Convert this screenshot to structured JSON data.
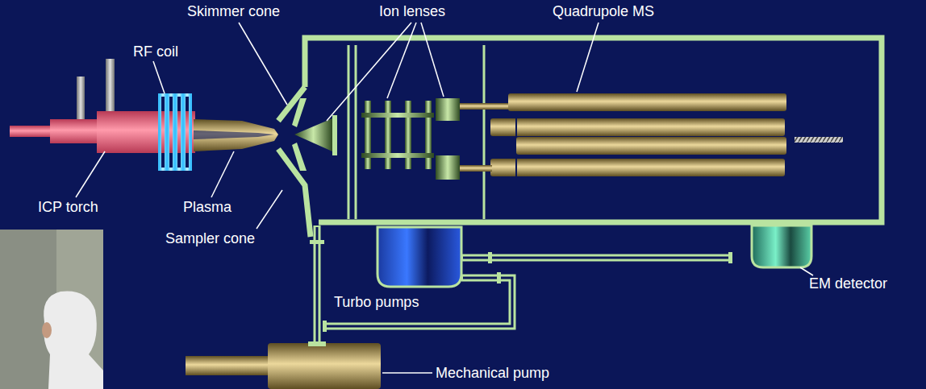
{
  "diagram": {
    "labels": [
      "Skimmer cone",
      "Ion lenses",
      "Quadrupole MS",
      "RF coil",
      "ICP torch",
      "Plasma",
      "Sampler cone",
      "Turbo pumps",
      "EM detector",
      "Mechanical pump"
    ]
  }
}
